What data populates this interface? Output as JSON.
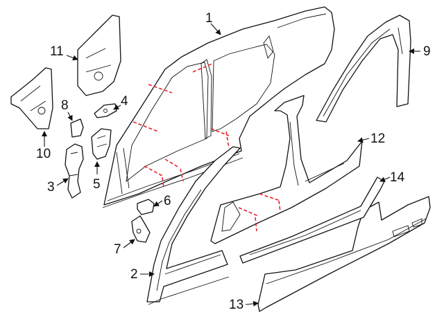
{
  "colors": {
    "line": "#111111",
    "cut_line": "#e8202a",
    "background": "#ffffff"
  },
  "callouts": [
    "1",
    "2",
    "3",
    "4",
    "5",
    "6",
    "7",
    "8",
    "9",
    "10",
    "11",
    "12",
    "13",
    "14"
  ]
}
